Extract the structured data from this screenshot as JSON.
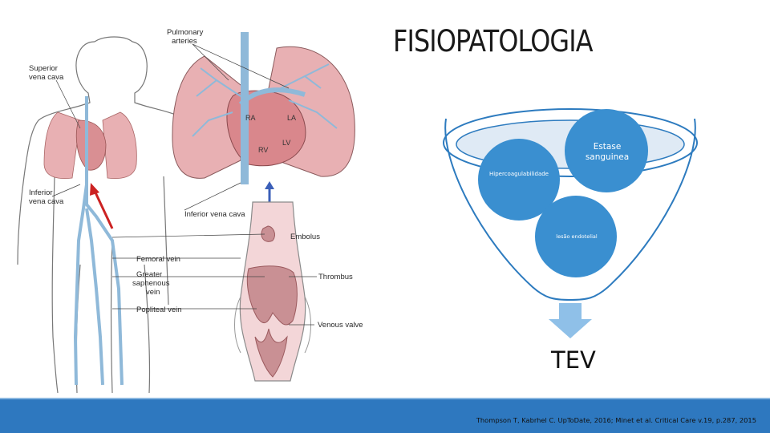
{
  "slide": {
    "title": "FISIOPATOLOGIA",
    "citation": "Thompson T, Kabrhel C. UpToDate, 2016; Minet et al. Critical Care v.19, p.287, 2015"
  },
  "illustration": {
    "labels": {
      "superior_vena_cava": [
        "Superior",
        "vena cava"
      ],
      "inferior_vena_cava": [
        "Inferior",
        "vena cava"
      ],
      "pulmonary_arteries": [
        "Pulmonary",
        "arteries"
      ],
      "inferior_vena_cava_right": "Inferior vena cava",
      "embolus": "Embolus",
      "thrombus": "Thrombus",
      "venous_valve": "Venous valve",
      "femoral_vein": "Femoral vein",
      "greater_saphenous_vein": [
        "Greater",
        "saphenous",
        "vein"
      ],
      "popliteal_vein": "Popliteal vein"
    },
    "chambers": {
      "ra": "RA",
      "la": "LA",
      "rv": "RV",
      "lv": "LV"
    }
  },
  "funnel": {
    "circles": [
      {
        "label": "Estase sanguinea"
      },
      {
        "label": "Hipercoagulabilidade"
      },
      {
        "label": "lesão endotelial"
      }
    ],
    "result": "TEV"
  },
  "colors": {
    "circle_blue": "#3a8fd0",
    "funnel_outline": "#2d7bbf",
    "footer": "#2e78bf",
    "lung_pink": "#e8b0b3",
    "vein_blue": "#8fb9d9"
  }
}
